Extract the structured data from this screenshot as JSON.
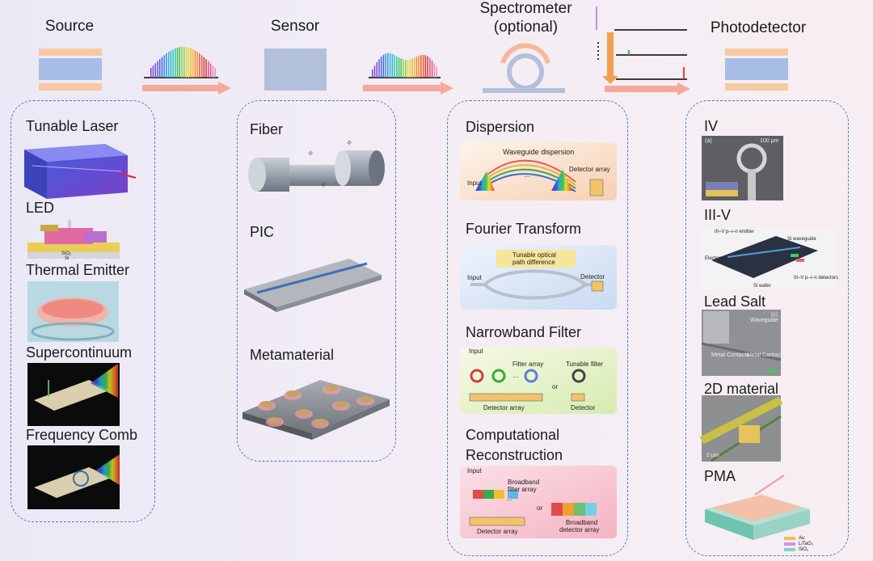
{
  "stages": {
    "source": "Source",
    "sensor": "Sensor",
    "spectrometer_line1": "Spectrometer",
    "spectrometer_line2": "(optional)",
    "photodetector": "Photodetector"
  },
  "source_items": [
    "Tunable Laser",
    "LED",
    "Thermal Emitter",
    "Supercontinuum",
    "Frequency Comb"
  ],
  "sensor_items": [
    "Fiber",
    "PIC",
    "Metamaterial"
  ],
  "spectrometer_items": [
    "Dispersion",
    "Fourier Transform",
    "Narrowband Filter",
    "Computational",
    "Reconstruction"
  ],
  "photodetector_items": [
    "IV",
    "III-V",
    "Lead Salt",
    "2D material",
    "PMA"
  ],
  "panel_text": {
    "waveguide_dispersion": "Waveguide dispersion",
    "input": "Input",
    "detector_array": "Detector array",
    "tunable_path_1": "Tunable optical",
    "tunable_path_2": "path difference",
    "detector": "Detector",
    "filter_array": "Filter array",
    "tunable_filter": "Tunable filter",
    "or": "or",
    "broadband_filter_1": "Broadband",
    "broadband_filter_2": "filter array",
    "broadband_detector_1": "Broadband",
    "broadband_detector_2": "detector array",
    "ellipsis": "···",
    "scale_100um": "100 μm",
    "label_a": "(a)",
    "iiiv_emitter": "III–V p–i–n emitter",
    "si_waveguide": "Si waveguide",
    "electronics": "Electronics",
    "si_wafer": "Si wafer",
    "iiiv_detectors": "III–V p–i–n detectors",
    "waveguide": "Waveguide",
    "metal_contacts": "Metal Contacts",
    "label_c": "(c)",
    "scale_2um": "2 μm",
    "sio2": "SiO₂",
    "si": "Si",
    "au": "Au",
    "litao3": "LiTaO₃",
    "sio2_b": "SiO₂"
  },
  "colors": {
    "dashed_border": "#4a7fc0",
    "arrow": "#f5a99c",
    "layer_orange": "#f7c9a3",
    "layer_blue": "#a7bde6",
    "sensor_block": "#b3c0d9",
    "ring": "#f5b89a"
  }
}
